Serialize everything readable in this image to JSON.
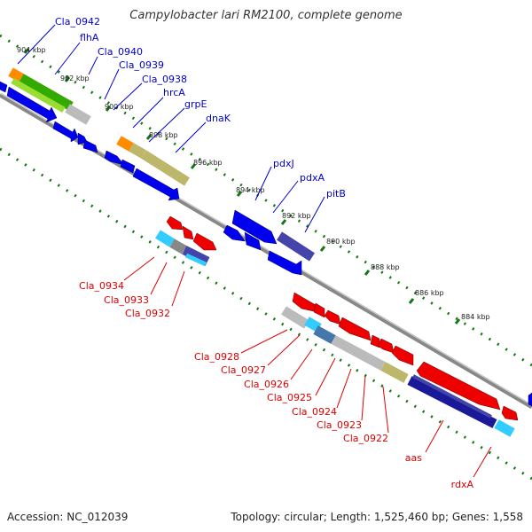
{
  "title": "Campylobacter lari RM2100, complete genome",
  "footer": {
    "accession": "Accession: NC_012039",
    "topology": "Topology: circular; Length: 1,525,460 bp; Genes: 1,558"
  },
  "colors": {
    "forward_strand": "#0000ee",
    "reverse_strand": "#ee0000",
    "label_forward": "#0000cc",
    "label_reverse": "#dd0000",
    "backbone": "#888888",
    "tick": "#117711",
    "cog_orange": "#ff8c00",
    "cog_green": "#33aa00",
    "cog_lightgreen": "#99dd33",
    "cog_grey": "#bbbbbb",
    "cog_khaki": "#bdb76b",
    "cog_slate": "#4444aa",
    "cog_cyan": "#33ccff",
    "cog_steel": "#4477aa",
    "cog_navy": "#1a1a99"
  },
  "bp_labels": [
    "904 kbp",
    "902 kbp",
    "900 kbp",
    "898 kbp",
    "896 kbp",
    "894 kbp",
    "892 kbp",
    "890 kbp",
    "888 kbp",
    "886 kbp",
    "884 kbp"
  ],
  "forward_genes": [
    "Cla_0942",
    "flhA",
    "Cla_0940",
    "Cla_0939",
    "Cla_0938",
    "hrcA",
    "grpE",
    "dnaK",
    "pdxJ",
    "pdxA",
    "pitB"
  ],
  "reverse_genes": [
    "Cla_0934",
    "Cla_0933",
    "Cla_0932",
    "Cla_0928",
    "Cla_0927",
    "Cla_0926",
    "Cla_0925",
    "Cla_0924",
    "Cla_0923",
    "Cla_0922",
    "aas",
    "rdxA"
  ]
}
